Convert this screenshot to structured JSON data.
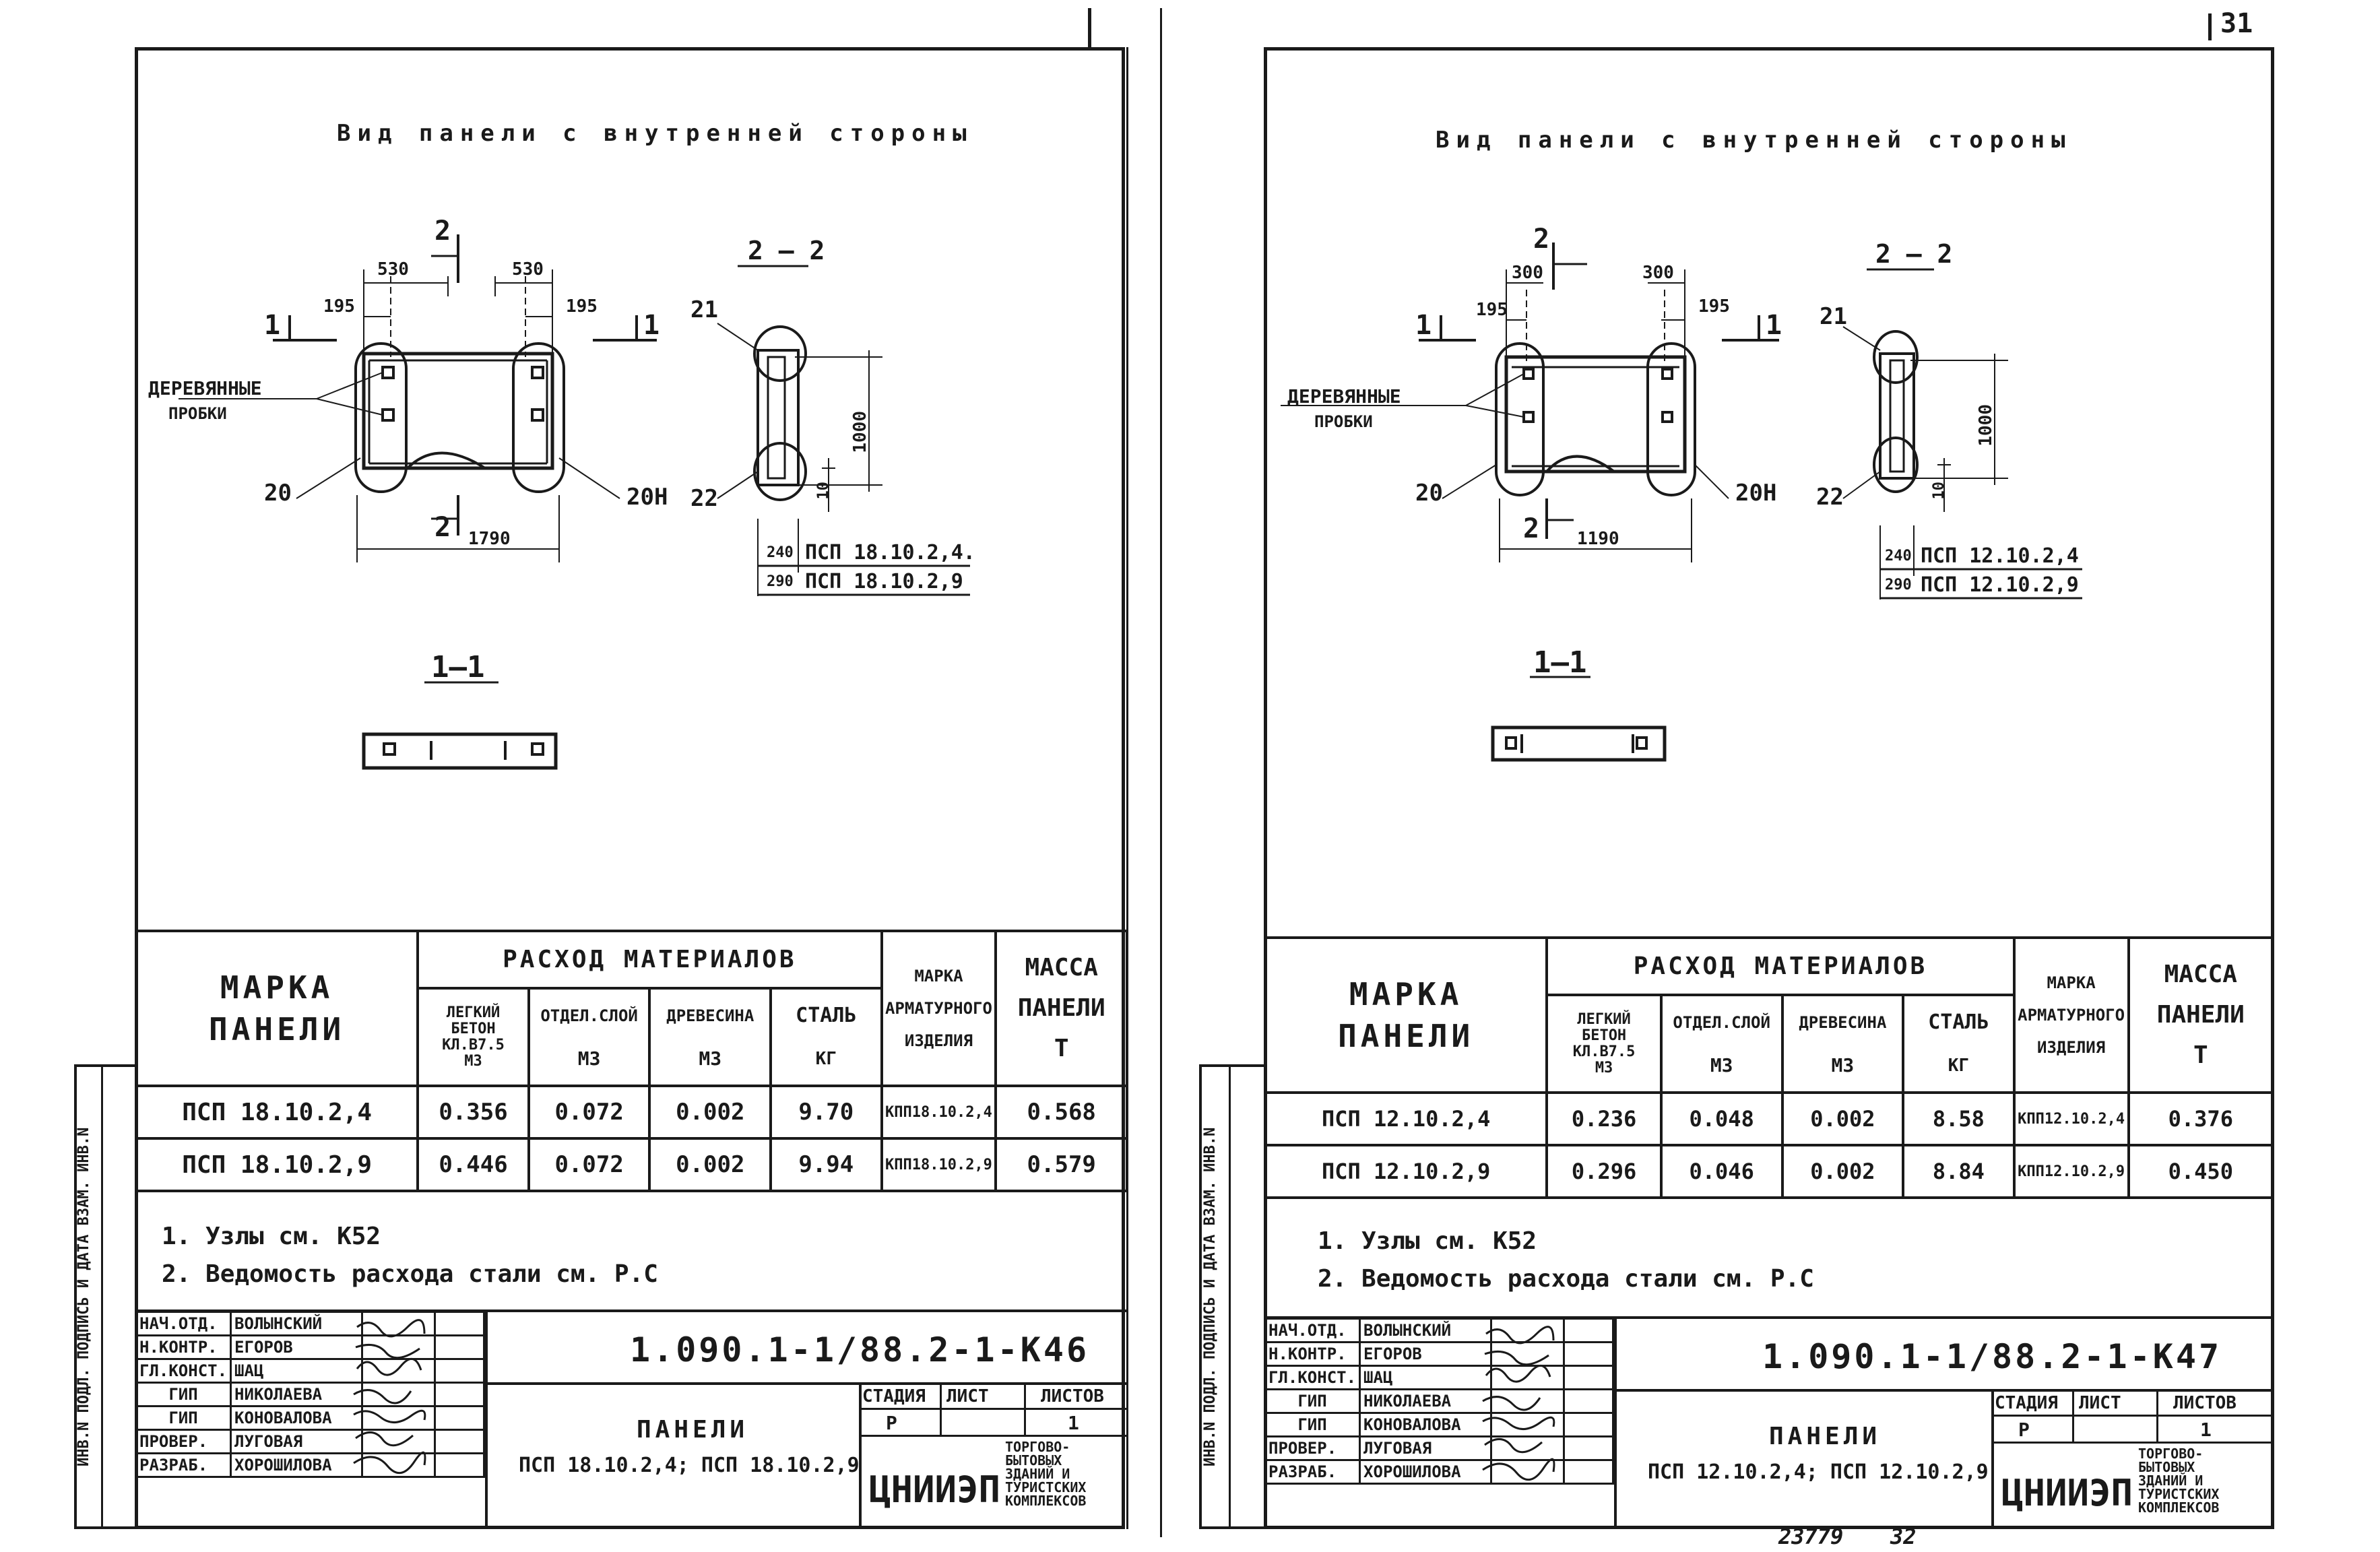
{
  "corner_number": "31",
  "bottom_handwritten": [
    "23779",
    "32"
  ],
  "sheets": [
    {
      "view_title": "Вид панели с внутренней стороны",
      "section_2_2": "2 — 2",
      "section_1_1": "1—1",
      "cut_markers": {
        "top": "2",
        "bottom": "2",
        "left": "1",
        "right": "1"
      },
      "dims": {
        "top_left": "530",
        "top_right": "530",
        "edge_left": "195",
        "edge_right": "195",
        "length": "1790",
        "height": "1000",
        "depth": "10",
        "thick_a": "240",
        "thick_b": "290"
      },
      "callouts": {
        "c20": "20",
        "c20n": "20Н",
        "c21": "21",
        "c22": "22"
      },
      "wood_plugs": [
        "ДЕРЕВЯННЫЕ",
        "ПРОБКИ"
      ],
      "thick_labels": [
        "ПСП 18.10.2,4.",
        "ПСП 18.10.2,9"
      ],
      "table": {
        "col_mark": [
          "МАРКА",
          "ПАНЕЛИ"
        ],
        "col_materials": "РАСХОД МАТЕРИАЛОВ",
        "col_concrete": [
          "ЛЕГКИЙ",
          "БЕТОН",
          "КЛ.В7.5",
          "М3"
        ],
        "col_finish": [
          "ОТДЕЛ.СЛОЙ",
          "М3"
        ],
        "col_wood": [
          "ДРЕВЕСИНА",
          "М3"
        ],
        "col_steel": [
          "СТАЛЬ",
          "КГ"
        ],
        "col_armature": [
          "МАРКА",
          "АРМАТУРНОГО",
          "ИЗДЕЛИЯ"
        ],
        "col_mass": [
          "МАССА",
          "ПАНЕЛИ",
          "Т"
        ],
        "rows": [
          [
            "ПСП 18.10.2,4",
            "0.356",
            "0.072",
            "0.002",
            "9.70",
            "КПП18.10.2,4",
            "0.568"
          ],
          [
            "ПСП 18.10.2,9",
            "0.446",
            "0.072",
            "0.002",
            "9.94",
            "КПП18.10.2,9",
            "0.579"
          ]
        ]
      },
      "notes": [
        "1. Узлы см. К52",
        "2. Ведомость расхода стали см. Р.С"
      ],
      "stamp": {
        "code": "1.090.1-1/88.2-1-К46",
        "roles": [
          [
            "НАЧ.ОТД.",
            "ВОЛЫНСКИЙ"
          ],
          [
            "Н.КОНТР.",
            "ЕГОРОВ"
          ],
          [
            "ГЛ.КОНСТ.",
            "ШАЦ"
          ],
          [
            "ГИП",
            "НИКОЛАЕВА"
          ],
          [
            "ГИП",
            "КОНОВАЛОВА"
          ],
          [
            "ПРОВЕР.",
            "ЛУГОВАЯ"
          ],
          [
            "РАЗРАБ.",
            "ХОРОШИЛОВА"
          ]
        ],
        "title": "ПАНЕЛИ",
        "subtitle": "ПСП 18.10.2,4; ПСП 18.10.2,9",
        "stage_label": "СТАДИЯ",
        "sheet_label": "ЛИСТ",
        "sheets_label": "ЛИСТОВ",
        "stage": "Р",
        "sheets": "1",
        "org": "ЦНИИЭП",
        "org_desc": [
          "ТОРГОВО-",
          "БЫТОВЫХ",
          "ЗДАНИЙ И",
          "ТУРИСТСКИХ",
          "КОМПЛЕКСОВ"
        ]
      },
      "sidebar": "ИНВ.N ПОДЛ.  ПОДПИСЬ И ДАТА  ВЗАМ. ИНВ.N"
    },
    {
      "view_title": "Вид панели с внутренней стороны",
      "section_2_2": "2 — 2",
      "section_1_1": "1—1",
      "cut_markers": {
        "top": "2",
        "bottom": "2",
        "left": "1",
        "right": "1"
      },
      "dims": {
        "top_left": "300",
        "top_right": "300",
        "edge_left": "195",
        "edge_right": "195",
        "length": "1190",
        "height": "1000",
        "depth": "10",
        "thick_a": "240",
        "thick_b": "290"
      },
      "callouts": {
        "c20": "20",
        "c20n": "20Н",
        "c21": "21",
        "c22": "22"
      },
      "wood_plugs": [
        "ДЕРЕВЯННЫЕ",
        "ПРОБКИ"
      ],
      "thick_labels": [
        "ПСП 12.10.2,4",
        "ПСП 12.10.2,9"
      ],
      "table": {
        "col_mark": [
          "МАРКА",
          "ПАНЕЛИ"
        ],
        "col_materials": "РАСХОД МАТЕРИАЛОВ",
        "col_concrete": [
          "ЛЕГКИЙ",
          "БЕТОН",
          "КЛ.В7.5",
          "М3"
        ],
        "col_finish": [
          "ОТДЕЛ.СЛОЙ",
          "М3"
        ],
        "col_wood": [
          "ДРЕВЕСИНА",
          "М3"
        ],
        "col_steel": [
          "СТАЛЬ",
          "КГ"
        ],
        "col_armature": [
          "МАРКА",
          "АРМАТУРНОГО",
          "ИЗДЕЛИЯ"
        ],
        "col_mass": [
          "МАССА",
          "ПАНЕЛИ",
          "Т"
        ],
        "rows": [
          [
            "ПСП 12.10.2,4",
            "0.236",
            "0.048",
            "0.002",
            "8.58",
            "КПП12.10.2,4",
            "0.376"
          ],
          [
            "ПСП 12.10.2,9",
            "0.296",
            "0.046",
            "0.002",
            "8.84",
            "КПП12.10.2,9",
            "0.450"
          ]
        ]
      },
      "notes": [
        "1. Узлы см. К52",
        "2. Ведомость расхода стали см. Р.С"
      ],
      "stamp": {
        "code": "1.090.1-1/88.2-1-К47",
        "roles": [
          [
            "НАЧ.ОТД.",
            "ВОЛЫНСКИЙ"
          ],
          [
            "Н.КОНТР.",
            "ЕГОРОВ"
          ],
          [
            "ГЛ.КОНСТ.",
            "ШАЦ"
          ],
          [
            "ГИП",
            "НИКОЛАЕВА"
          ],
          [
            "ГИП",
            "КОНОВАЛОВА"
          ],
          [
            "ПРОВЕР.",
            "ЛУГОВАЯ"
          ],
          [
            "РАЗРАБ.",
            "ХОРОШИЛОВА"
          ]
        ],
        "title": "ПАНЕЛИ",
        "subtitle": "ПСП 12.10.2,4; ПСП 12.10.2,9",
        "stage_label": "СТАДИЯ",
        "sheet_label": "ЛИСТ",
        "sheets_label": "ЛИСТОВ",
        "stage": "Р",
        "sheets": "1",
        "org": "ЦНИИЭП",
        "org_desc": [
          "ТОРГОВО-",
          "БЫТОВЫХ",
          "ЗДАНИЙ И",
          "ТУРИСТСКИХ",
          "КОМПЛЕКСОВ"
        ]
      },
      "sidebar": "ИНВ.N ПОДЛ.  ПОДПИСЬ И ДАТА  ВЗАМ. ИНВ.N"
    }
  ]
}
